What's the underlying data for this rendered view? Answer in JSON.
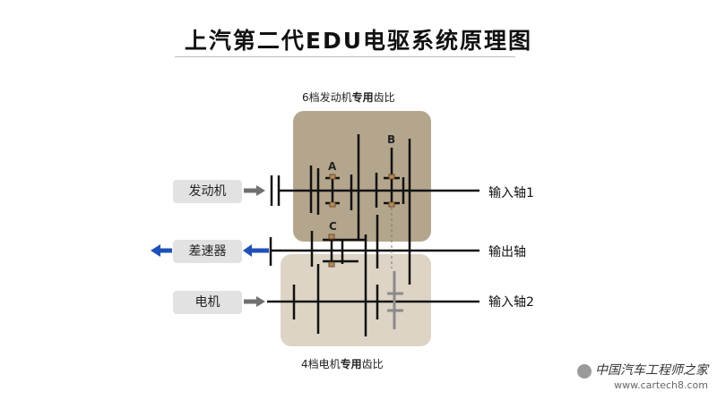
{
  "title": "上汽第二代EDU电驱系统原理图",
  "top_caption": {
    "prefix": "6档发动机",
    "bold": "专用",
    "suffix": "齿比"
  },
  "bottom_caption": {
    "prefix": "4档电机",
    "bold": "专用",
    "suffix": "齿比"
  },
  "left_boxes": {
    "engine": "发动机",
    "differential": "差速器",
    "motor": "电机"
  },
  "shaft_labels": {
    "input1": "输入轴1",
    "output": "输出轴",
    "input2": "输入轴2"
  },
  "clutch_labels": {
    "a": "A",
    "b": "B",
    "c": "C"
  },
  "watermark": {
    "name": "中国汽车工程师之家",
    "url": "www.cartech8.com"
  },
  "colors": {
    "panel_top": "#b4a68c",
    "panel_bottom": "#ddd4c5",
    "box": "#e2e2e2",
    "arrow_gray": "#707070",
    "arrow_blue": "#1f4fb8",
    "shaft": "#111111"
  }
}
